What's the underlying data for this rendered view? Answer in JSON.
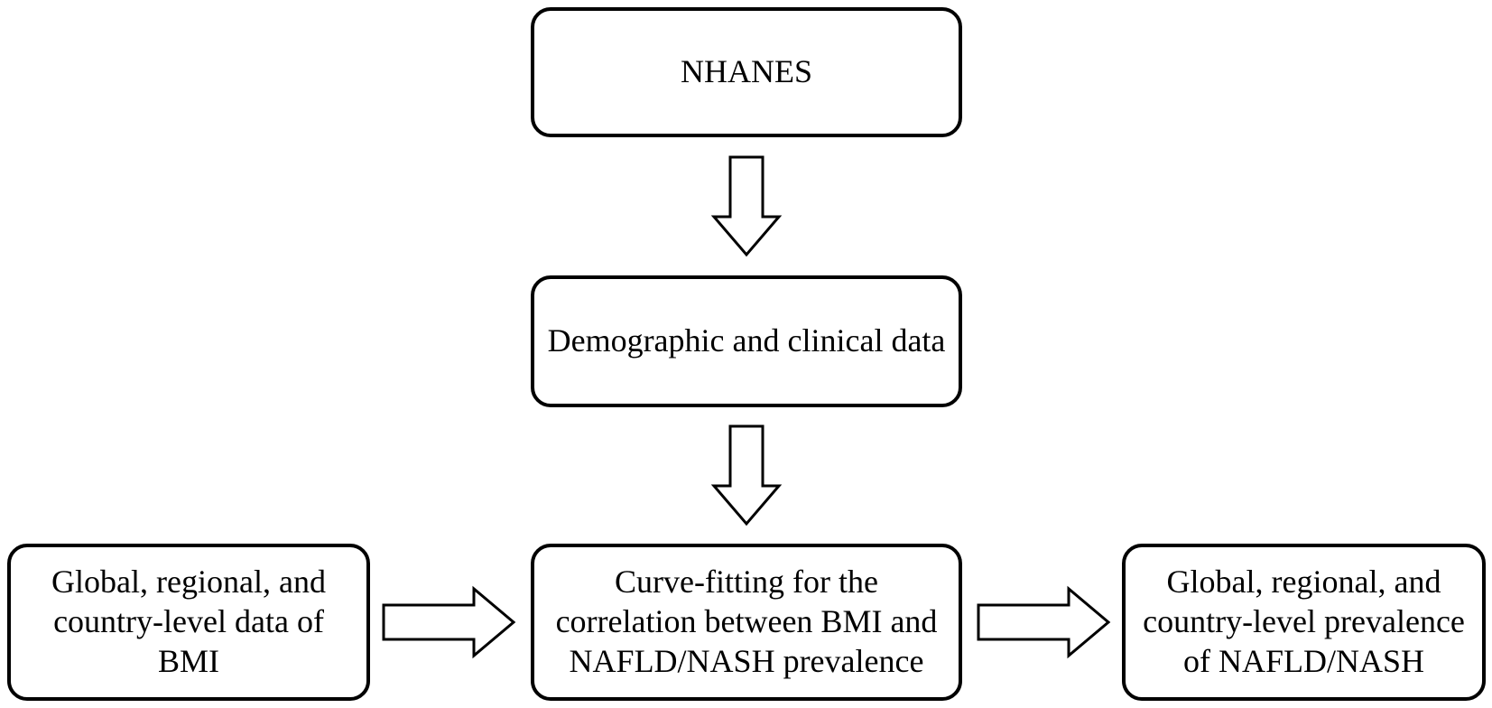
{
  "diagram": {
    "nodes": {
      "nhanes": {
        "label": "NHANES"
      },
      "demographic": {
        "label": "Demographic and clinical data"
      },
      "bmi_data": {
        "label": "Global, regional, and country-level data of BMI"
      },
      "curve_fitting": {
        "label": "Curve-fitting for the correlation between BMI and NAFLD/NASH prevalence"
      },
      "prevalence": {
        "label": "Global, regional, and country-level prevalence of NAFLD/NASH"
      }
    },
    "edges": [
      {
        "from": "nhanes",
        "to": "demographic"
      },
      {
        "from": "demographic",
        "to": "curve_fitting"
      },
      {
        "from": "bmi_data",
        "to": "curve_fitting"
      },
      {
        "from": "curve_fitting",
        "to": "prevalence"
      }
    ],
    "colors": {
      "stroke": "#000000",
      "fill": "#ffffff",
      "text": "#000000"
    }
  }
}
